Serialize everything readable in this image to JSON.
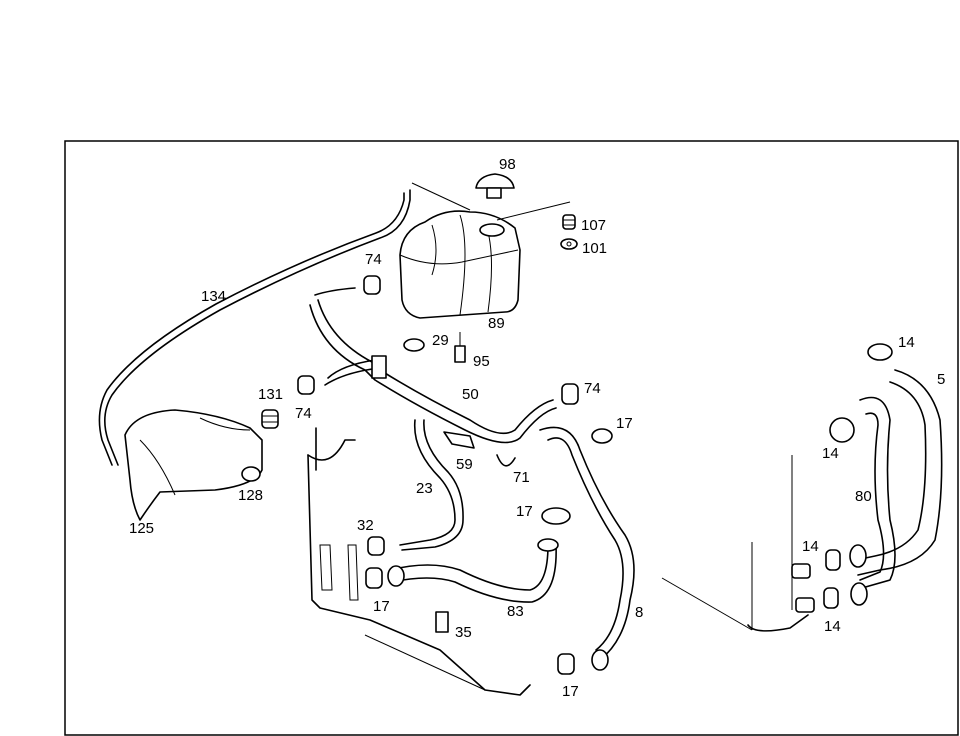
{
  "callouts": [
    {
      "id": "l98",
      "text": "98"
    },
    {
      "id": "l107",
      "text": "107"
    },
    {
      "id": "l101",
      "text": "101"
    },
    {
      "id": "l74a",
      "text": "74"
    },
    {
      "id": "l134",
      "text": "134"
    },
    {
      "id": "l89",
      "text": "89"
    },
    {
      "id": "l29",
      "text": "29"
    },
    {
      "id": "l95",
      "text": "95"
    },
    {
      "id": "l131",
      "text": "131"
    },
    {
      "id": "l74b",
      "text": "74"
    },
    {
      "id": "l50",
      "text": "50"
    },
    {
      "id": "l74c",
      "text": "74"
    },
    {
      "id": "l17a",
      "text": "17"
    },
    {
      "id": "l14a",
      "text": "14"
    },
    {
      "id": "l5",
      "text": "5"
    },
    {
      "id": "l14b",
      "text": "14"
    },
    {
      "id": "l59",
      "text": "59"
    },
    {
      "id": "l71",
      "text": "71"
    },
    {
      "id": "l128",
      "text": "128"
    },
    {
      "id": "l23",
      "text": "23"
    },
    {
      "id": "l80",
      "text": "80"
    },
    {
      "id": "l125",
      "text": "125"
    },
    {
      "id": "l17b",
      "text": "17"
    },
    {
      "id": "l32",
      "text": "32"
    },
    {
      "id": "l14c",
      "text": "14"
    },
    {
      "id": "l17c",
      "text": "17"
    },
    {
      "id": "l83",
      "text": "83"
    },
    {
      "id": "l8",
      "text": "8"
    },
    {
      "id": "l14d",
      "text": "14"
    },
    {
      "id": "l35",
      "text": "35"
    },
    {
      "id": "l17d",
      "text": "17"
    }
  ]
}
